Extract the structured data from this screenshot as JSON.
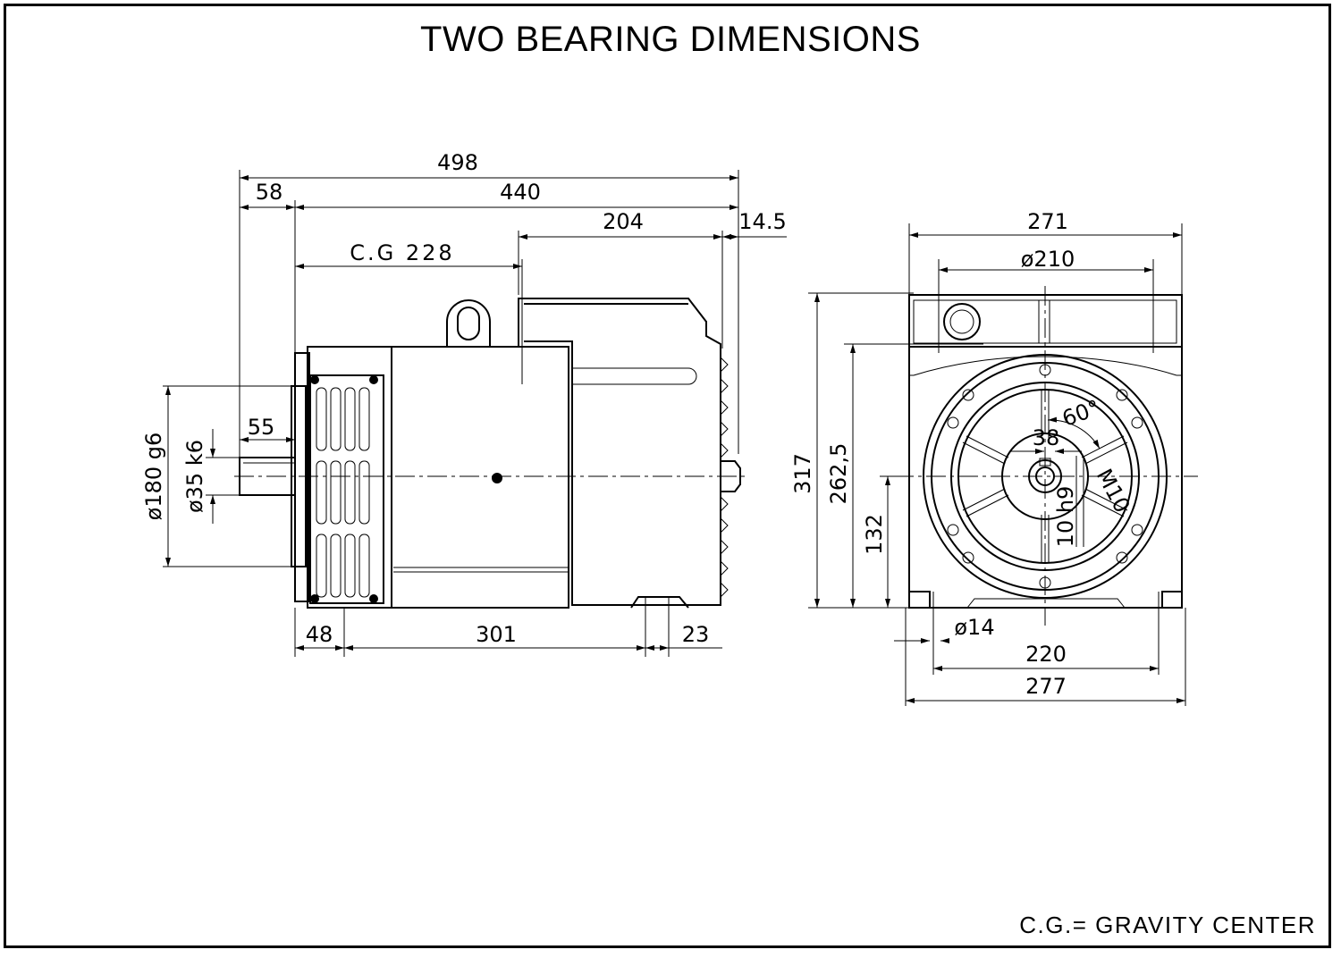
{
  "title": "TWO BEARING DIMENSIONS",
  "footnote": "C.G.= GRAVITY CENTER",
  "side_view": {
    "dim_overall": "498",
    "dim_58": "58",
    "dim_440": "440",
    "dim_204": "204",
    "dim_14_5": "14.5",
    "dim_cg": "C.G  228",
    "dim_55": "55",
    "dim_flange_dia": "ø180 g6",
    "dim_shaft_dia": "ø35 k6",
    "dim_48": "48",
    "dim_301": "301",
    "dim_23": "23"
  },
  "end_view": {
    "dim_271": "271",
    "dim_210": "ø210",
    "dim_317": "317",
    "dim_262_5": "262,5",
    "dim_132": "132",
    "dim_60": "60°",
    "dim_38": "38",
    "dim_m10": "M10",
    "dim_10h9": "10 h9",
    "dim_14": "ø14",
    "dim_220": "220",
    "dim_277": "277"
  }
}
